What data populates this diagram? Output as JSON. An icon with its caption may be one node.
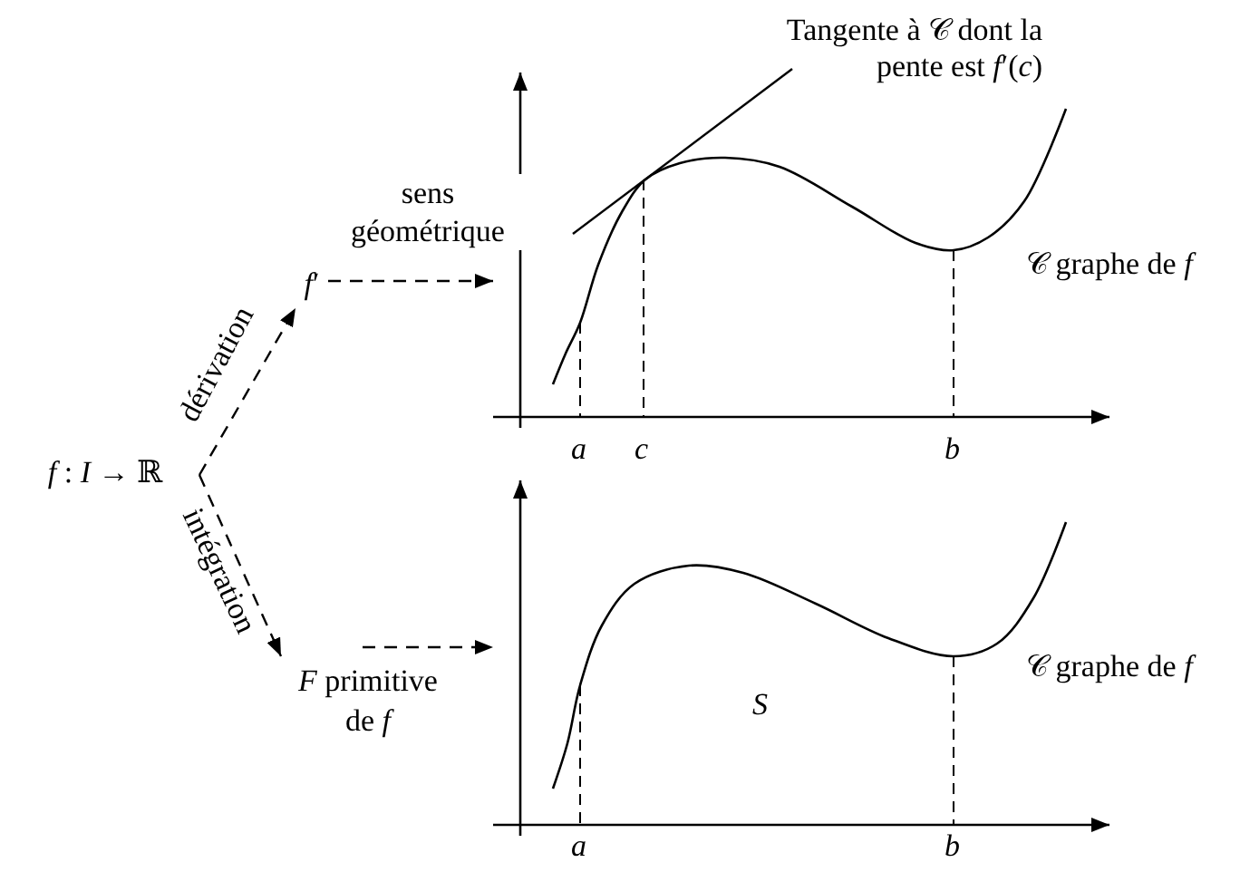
{
  "diagram": {
    "nodes": [
      {
        "text": [
          "*f* : *I* → ℝ"
        ]
      },
      {
        "text": [
          "*f*′"
        ]
      },
      {
        "text": [
          "*F* primitive de *f*"
        ]
      },
      {
        "text": [],
        "shape": "picture"
      },
      {
        "text": [],
        "shape": "picture"
      }
    ],
    "edges": [
      {
        "from": 0,
        "to": 1,
        "arrow": "to",
        "style": "dashed",
        "label": "dérivation"
      },
      {
        "from": 0,
        "to": 2,
        "arrow": "to",
        "style": "dashed",
        "label": "intégration"
      },
      {
        "from": 1,
        "to": 3,
        "arrow": "to",
        "style": "dashed",
        "label": "sens géométrique"
      },
      {
        "from": 2,
        "to": 4,
        "arrow": "to",
        "style": "dashed"
      }
    ],
    "labels": [
      "Tangente à 𝒞 dont la pente est *f*′(*c*)",
      "𝒞 graphe de *f*",
      "a",
      "c",
      "b",
      "S",
      "𝒞 graphe de *f*",
      "a",
      "b"
    ]
  }
}
